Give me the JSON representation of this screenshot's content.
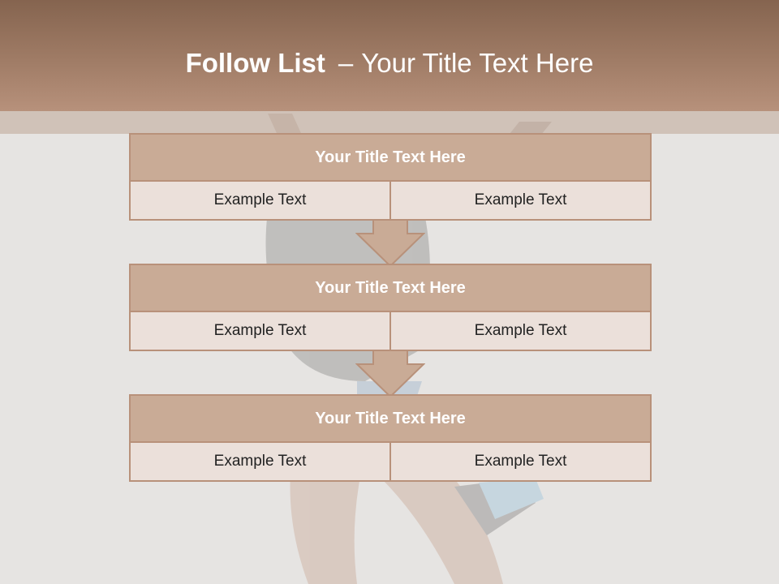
{
  "slide": {
    "title_bold": "Follow List",
    "title_sep": "–",
    "title_rest": "Your Title Text Here"
  },
  "blocks": [
    {
      "title": "Your Title Text Here",
      "left": "Example Text",
      "right": "Example Text"
    },
    {
      "title": "Your Title Text Here",
      "left": "Example Text",
      "right": "Example Text"
    },
    {
      "title": "Your Title Text Here",
      "left": "Example Text",
      "right": "Example Text"
    }
  ],
  "colors": {
    "header": "#a07c66",
    "block_title_bg": "#c9ab96",
    "block_cell_bg": "#ebe0da",
    "border": "#b8917a",
    "arrow_fill": "#c9ab96"
  }
}
